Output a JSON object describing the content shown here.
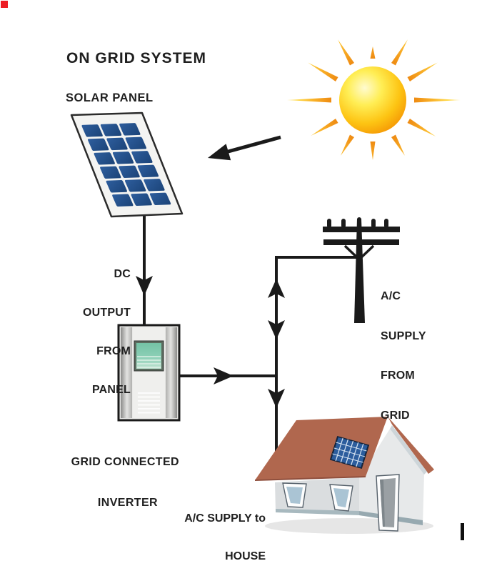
{
  "title": "ON GRID SYSTEM",
  "labels": {
    "solar_panel": "SOLAR PANEL",
    "dc_output": {
      "lines": [
        "DC",
        "OUTPUT",
        "FROM",
        "PANEL"
      ]
    },
    "inverter": {
      "lines": [
        "GRID CONNECTED",
        "INVERTER"
      ]
    },
    "grid_supply": {
      "lines": [
        "A/C",
        "SUPPLY",
        "FROM",
        "GRID"
      ]
    },
    "house_supply": {
      "lines": [
        "A/C SUPPLY to",
        "HOUSE"
      ]
    }
  },
  "colors": {
    "line": "#1a1a1a",
    "label": "#1f1f1f",
    "roof": "#b0674e",
    "panel_blue": "#24578f",
    "sun_core": "#fdb913",
    "sun_ray": "#f59300",
    "screen_teal": "#8ccfb6",
    "wall_front": "#dadddf",
    "wall_side": "#e7e9ea",
    "window_glass": "#aac4d4",
    "corner_mark": "#ed1c24",
    "bar_mark": "#101010"
  }
}
